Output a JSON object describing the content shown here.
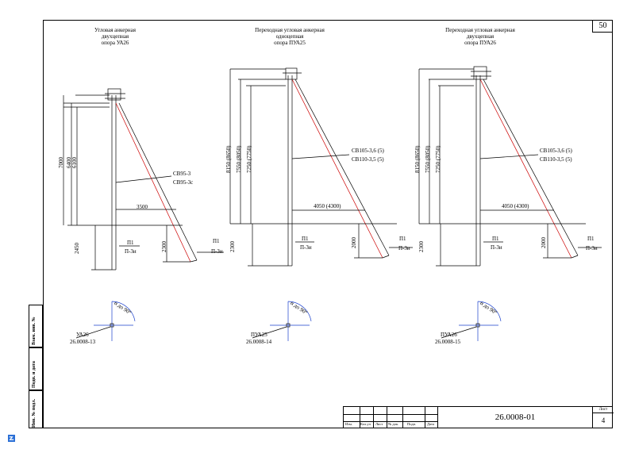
{
  "page_number": "50",
  "supports": [
    {
      "title_lines": [
        "Угловая анкерная",
        "двухцепная",
        "опора УА26"
      ],
      "heights": [
        "7000",
        "6400",
        "6100"
      ],
      "strut_labels": [
        "СВ95-3",
        "СВ95-3с"
      ],
      "span": "3500",
      "depth_pole": "2450",
      "depth_strut": "2300",
      "foot_labels": [
        "П1",
        "П-3и"
      ],
      "foot_labels_strut": [
        "П1",
        "П-3и"
      ],
      "angle_label": "α до 90°",
      "plan_name": "УА26",
      "plan_code": "26.0008-13"
    },
    {
      "title_lines": [
        "Переходная угловая анкерная",
        "одноцепная",
        "опора ПУА25"
      ],
      "heights": [
        "8150 (8650)",
        "7550 (8050)",
        "7250 (7750)"
      ],
      "strut_labels": [
        "СВ105-3,6 (5)",
        "СВ110-3,5 (5)"
      ],
      "span": "4050 (4300)",
      "depth_pole": "2300",
      "depth_strut": "2000",
      "foot_labels": [
        "П1",
        "П-3и"
      ],
      "foot_labels_strut": [
        "П1",
        "П-3и"
      ],
      "angle_label": "α до 90°",
      "plan_name": "ПУА25",
      "plan_code": "26.0008-14"
    },
    {
      "title_lines": [
        "Переходная угловая анкерная",
        "двухцепная",
        "опора ПУА26"
      ],
      "heights": [
        "8150 (8650)",
        "7550 (8050)",
        "7250 (7750)"
      ],
      "strut_labels": [
        "СВ105-3,6 (5)",
        "СВ110-3,5 (5)"
      ],
      "span": "4050 (4300)",
      "depth_pole": "2300",
      "depth_strut": "2000",
      "foot_labels": [
        "П1",
        "П-3и"
      ],
      "foot_labels_strut": [
        "П1",
        "П-3и"
      ],
      "angle_label": "α до 90°",
      "plan_name": "ПУА26",
      "plan_code": "26.0008-15"
    }
  ],
  "side_stamp": [
    "Взам. инв. №",
    "Подп. и дата",
    "Инв. № подл."
  ],
  "title_block": {
    "headers": [
      "Изм.",
      "Кол.уч",
      "Лист",
      "№ док.",
      "Подп.",
      "Дата"
    ],
    "doc_number": "26.0008-01",
    "sheet_label": "Лист",
    "sheet_number": "4"
  },
  "colors": {
    "line": "#000000",
    "accent": "#cc0000",
    "plan_line": "#1a3fcc"
  }
}
